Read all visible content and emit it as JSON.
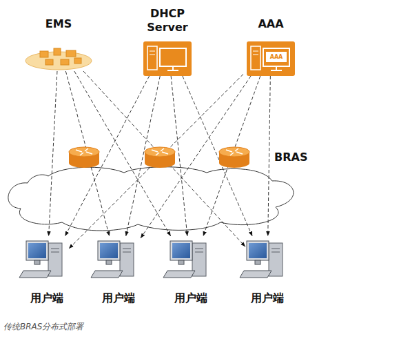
{
  "diagram": {
    "caption": "传统BRAS分布式部署",
    "nodes": [
      {
        "text": [
          "EMS"
        ]
      },
      {
        "text": [
          "DHCP Server"
        ]
      },
      {
        "text": [
          "AAA",
          "AAA"
        ]
      },
      {
        "text": [
          "用户端"
        ]
      },
      {
        "text": [
          "用户端"
        ]
      },
      {
        "text": [
          "用户端"
        ]
      },
      {
        "text": [
          "用户端"
        ]
      }
    ],
    "edges": [
      {
        "from": 0,
        "to": 3,
        "arrow": "to"
      },
      {
        "from": 0,
        "to": 4,
        "arrow": "to"
      },
      {
        "from": 0,
        "to": 5,
        "arrow": "to"
      },
      {
        "from": 0,
        "to": 6,
        "arrow": "to"
      },
      {
        "from": 1,
        "to": 3,
        "arrow": "to"
      },
      {
        "from": 1,
        "to": 4,
        "arrow": "to"
      },
      {
        "from": 1,
        "to": 5,
        "arrow": "to"
      },
      {
        "from": 1,
        "to": 6,
        "arrow": "to"
      },
      {
        "from": 2,
        "to": 3,
        "arrow": "to"
      },
      {
        "from": 2,
        "to": 4,
        "arrow": "to"
      },
      {
        "from": 2,
        "to": 5,
        "arrow": "to"
      },
      {
        "from": 2,
        "to": 6,
        "arrow": "to"
      }
    ],
    "labels": [
      "BRAS"
    ]
  }
}
